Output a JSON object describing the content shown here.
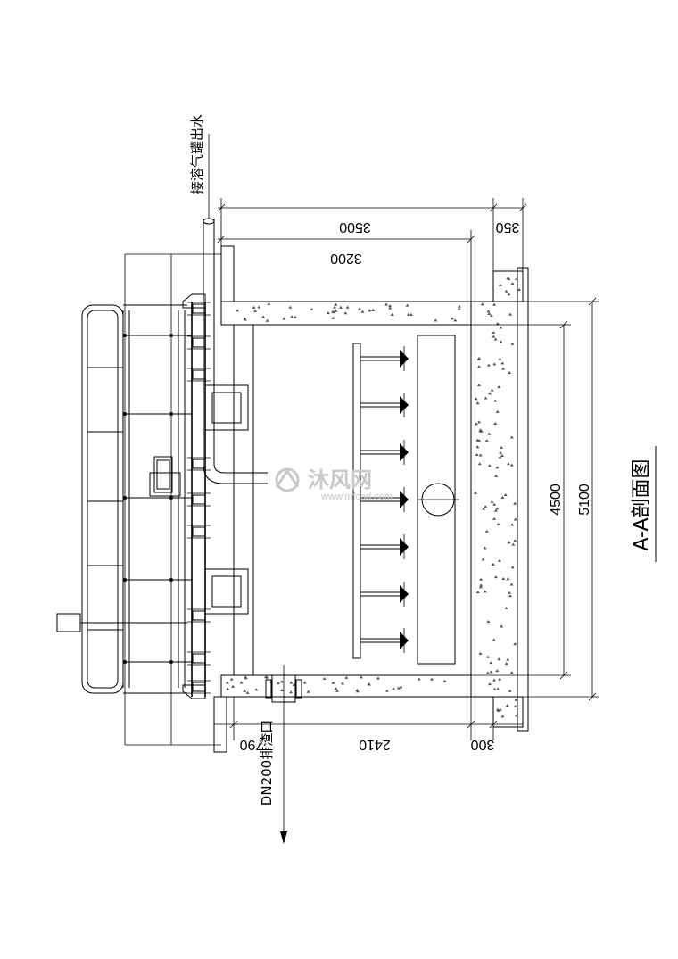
{
  "title": "A-A剖面图",
  "labels": {
    "inlet": "接溶气罐出水",
    "outlet": "DN200排渣口"
  },
  "dimensions": {
    "top_3500": "3500",
    "top_350": "350",
    "top_3200": "3200",
    "bottom_790": "790",
    "bottom_2410": "2410",
    "bottom_300": "300",
    "right_4500": "4500",
    "right_5100": "5100"
  },
  "watermark": {
    "text": "沐风网",
    "url": "www.mfcad.com"
  },
  "icons": {
    "watermark_logo": "mf-logo-icon",
    "pump_motor": "motor-icon",
    "control_box": "control-box-icon"
  },
  "colors": {
    "line": "#000000",
    "watermark": "#c9c9c9"
  }
}
